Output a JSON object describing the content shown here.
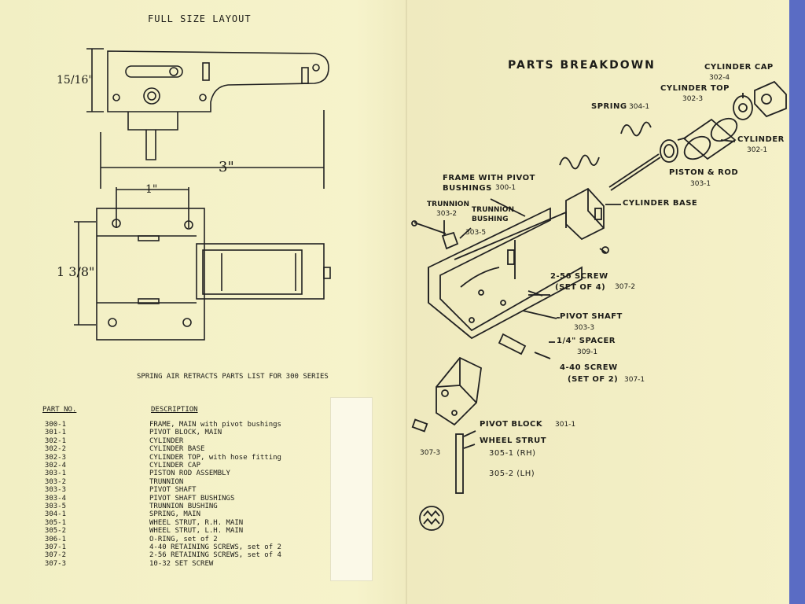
{
  "layout_title": "FULL SIZE LAYOUT",
  "breakdown_title": "PARTS BREAKDOWN",
  "dimensions": {
    "height": "15/16\"",
    "length": "3\"",
    "spacing": "1\"",
    "width": "1 3/8\""
  },
  "parts_list": {
    "heading": "SPRING AIR RETRACTS PARTS LIST FOR 300 SERIES",
    "col_part": "PART NO.",
    "col_desc": "DESCRIPTION",
    "rows": [
      {
        "part": "300-1",
        "desc": "FRAME, MAIN with pivot bushings"
      },
      {
        "part": "301-1",
        "desc": "PIVOT BLOCK, MAIN"
      },
      {
        "part": "302-1",
        "desc": "CYLINDER"
      },
      {
        "part": "302-2",
        "desc": "CYLINDER BASE"
      },
      {
        "part": "302-3",
        "desc": "CYLINDER TOP, with hose fitting"
      },
      {
        "part": "302-4",
        "desc": "CYLINDER CAP"
      },
      {
        "part": "303-1",
        "desc": "PISTON ROD ASSEMBLY"
      },
      {
        "part": "303-2",
        "desc": "TRUNNION"
      },
      {
        "part": "303-3",
        "desc": "PIVOT SHAFT"
      },
      {
        "part": "303-4",
        "desc": "PIVOT SHAFT BUSHINGS"
      },
      {
        "part": "303-5",
        "desc": "TRUNNION BUSHING"
      },
      {
        "part": "304-1",
        "desc": "SPRING, MAIN"
      },
      {
        "part": "305-1",
        "desc": "WHEEL STRUT, R.H. MAIN"
      },
      {
        "part": "305-2",
        "desc": "WHEEL STRUT, L.H. MAIN"
      },
      {
        "part": "306-1",
        "desc": "O-RING, set of 2"
      },
      {
        "part": "307-1",
        "desc": "4-40 RETAINING SCREWS, set of 2"
      },
      {
        "part": "307-2",
        "desc": "2-56 RETAINING SCREWS, set of 4"
      },
      {
        "part": "307-3",
        "desc": "10-32 SET SCREW"
      }
    ]
  },
  "callouts": {
    "cylinder_cap": "CYLINDER CAP",
    "cylinder_cap_no": "302-4",
    "cylinder_top": "CYLINDER TOP",
    "cylinder_top_no": "302-3",
    "spring": "SPRING",
    "spring_no": "304-1",
    "cylinder": "CYLINDER",
    "cylinder_no": "302-1",
    "frame_1": "FRAME WITH PIVOT",
    "frame_2": "BUSHINGS",
    "frame_no": "300-1",
    "piston": "PISTON & ROD",
    "piston_no": "303-1",
    "trunnion": "TRUNNION",
    "trunnion_no": "303-2",
    "trunnion_bushing_1": "TRUNNION",
    "trunnion_bushing_2": "BUSHING",
    "trunnion_bushing_no": "303-5",
    "cylinder_base": "CYLINDER BASE",
    "screw_256": "2-56 SCREW",
    "screw_256_set": "(SET OF 4)",
    "screw_256_no": "307-2",
    "pivot_shaft": "PIVOT SHAFT",
    "pivot_shaft_no": "303-3",
    "spacer": "1/4\" SPACER",
    "spacer_no": "309-1",
    "screw_440": "4-40 SCREW",
    "screw_440_set": "(SET OF 2)",
    "screw_440_no": "307-1",
    "pivot_block": "PIVOT BLOCK",
    "pivot_block_no": "301-1",
    "set_screw_no": "307-3",
    "wheel_strut": "WHEEL STRUT",
    "wheel_strut_rh": "305-1 (RH)",
    "wheel_strut_lh": "305-2 (LH)"
  }
}
